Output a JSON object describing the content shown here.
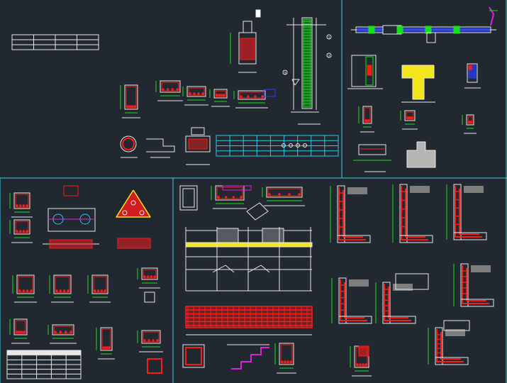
{
  "app": {
    "background": "#212830",
    "colors": {
      "frame": "#3fd0e0",
      "line": "#e8e8e8",
      "green": "#19e019",
      "red": "#ff1a1a",
      "yellow": "#f2e51a",
      "blue": "#2a3cff",
      "magenta": "#e020e0",
      "grey": "#b4b4b4",
      "cyan": "#2fc8e8"
    }
  },
  "sheet": {
    "regions": [
      {
        "id": "top-left",
        "label": ""
      },
      {
        "id": "top-right",
        "label": ""
      },
      {
        "id": "bottom-left",
        "label": ""
      },
      {
        "id": "bottom-right",
        "label": ""
      }
    ],
    "title_table": {
      "rows": 3,
      "cols": 4
    },
    "schedule_table": {
      "rows": 4,
      "cols": 9
    },
    "legend_table": {
      "rows": 6,
      "cols": 5
    },
    "callout_numbers": [
      "1",
      "2",
      "3"
    ],
    "icons": [
      "drawing-sheet-icon"
    ]
  }
}
